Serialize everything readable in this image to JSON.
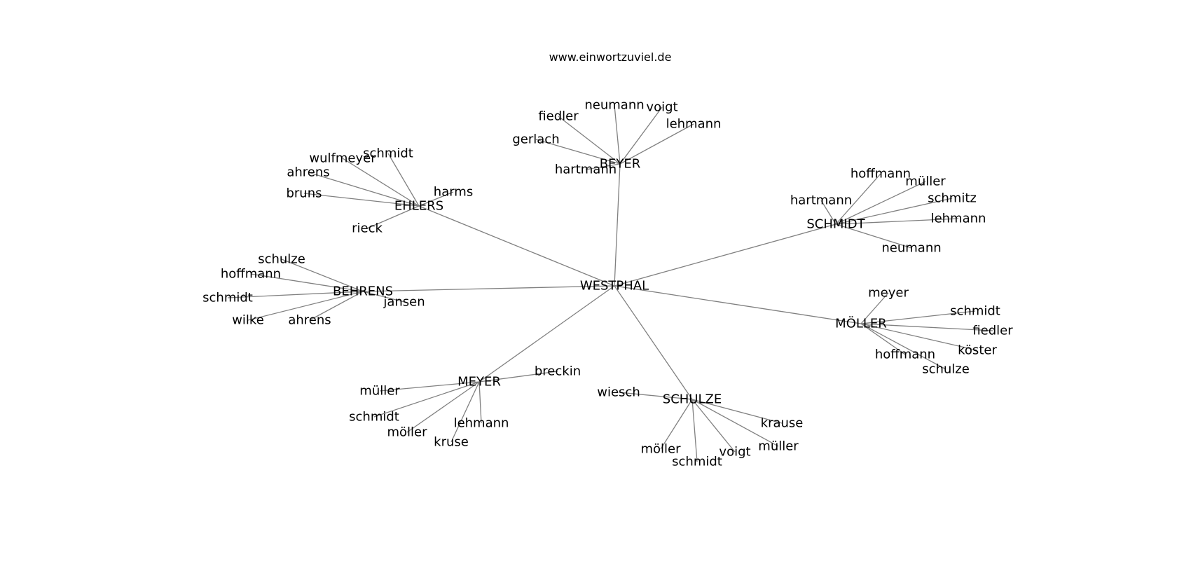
{
  "header": {
    "watermark": "www.einwortzuviel.de"
  },
  "colors": {
    "edge": "#808080",
    "text": "#000000",
    "background": "#ffffff"
  },
  "graph": {
    "root": "WESTPHAL",
    "clusters": [
      {
        "label": "BEYER",
        "children": [
          "fiedler",
          "neumann",
          "voigt",
          "lehmann",
          "gerlach",
          "hartmann"
        ]
      },
      {
        "label": "EHLERS",
        "children": [
          "schmidt",
          "wulfmeyer",
          "ahrens",
          "bruns",
          "harms",
          "rieck"
        ]
      },
      {
        "label": "SCHMIDT",
        "children": [
          "hoffmann",
          "müller",
          "hartmann",
          "schmitz",
          "lehmann",
          "neumann"
        ]
      },
      {
        "label": "BEHRENS",
        "children": [
          "schulze",
          "hoffmann",
          "schmidt",
          "wilke",
          "ahrens",
          "jansen"
        ]
      },
      {
        "label": "MÖLLER",
        "children": [
          "meyer",
          "schmidt",
          "fiedler",
          "köster",
          "hoffmann",
          "schulze"
        ]
      },
      {
        "label": "MEYER",
        "children": [
          "breckin",
          "müller",
          "schmidt",
          "möller",
          "lehmann",
          "kruse"
        ]
      },
      {
        "label": "SCHULZE",
        "children": [
          "wiesch",
          "krause",
          "möller",
          "schmidt",
          "voigt",
          "müller"
        ]
      }
    ]
  }
}
